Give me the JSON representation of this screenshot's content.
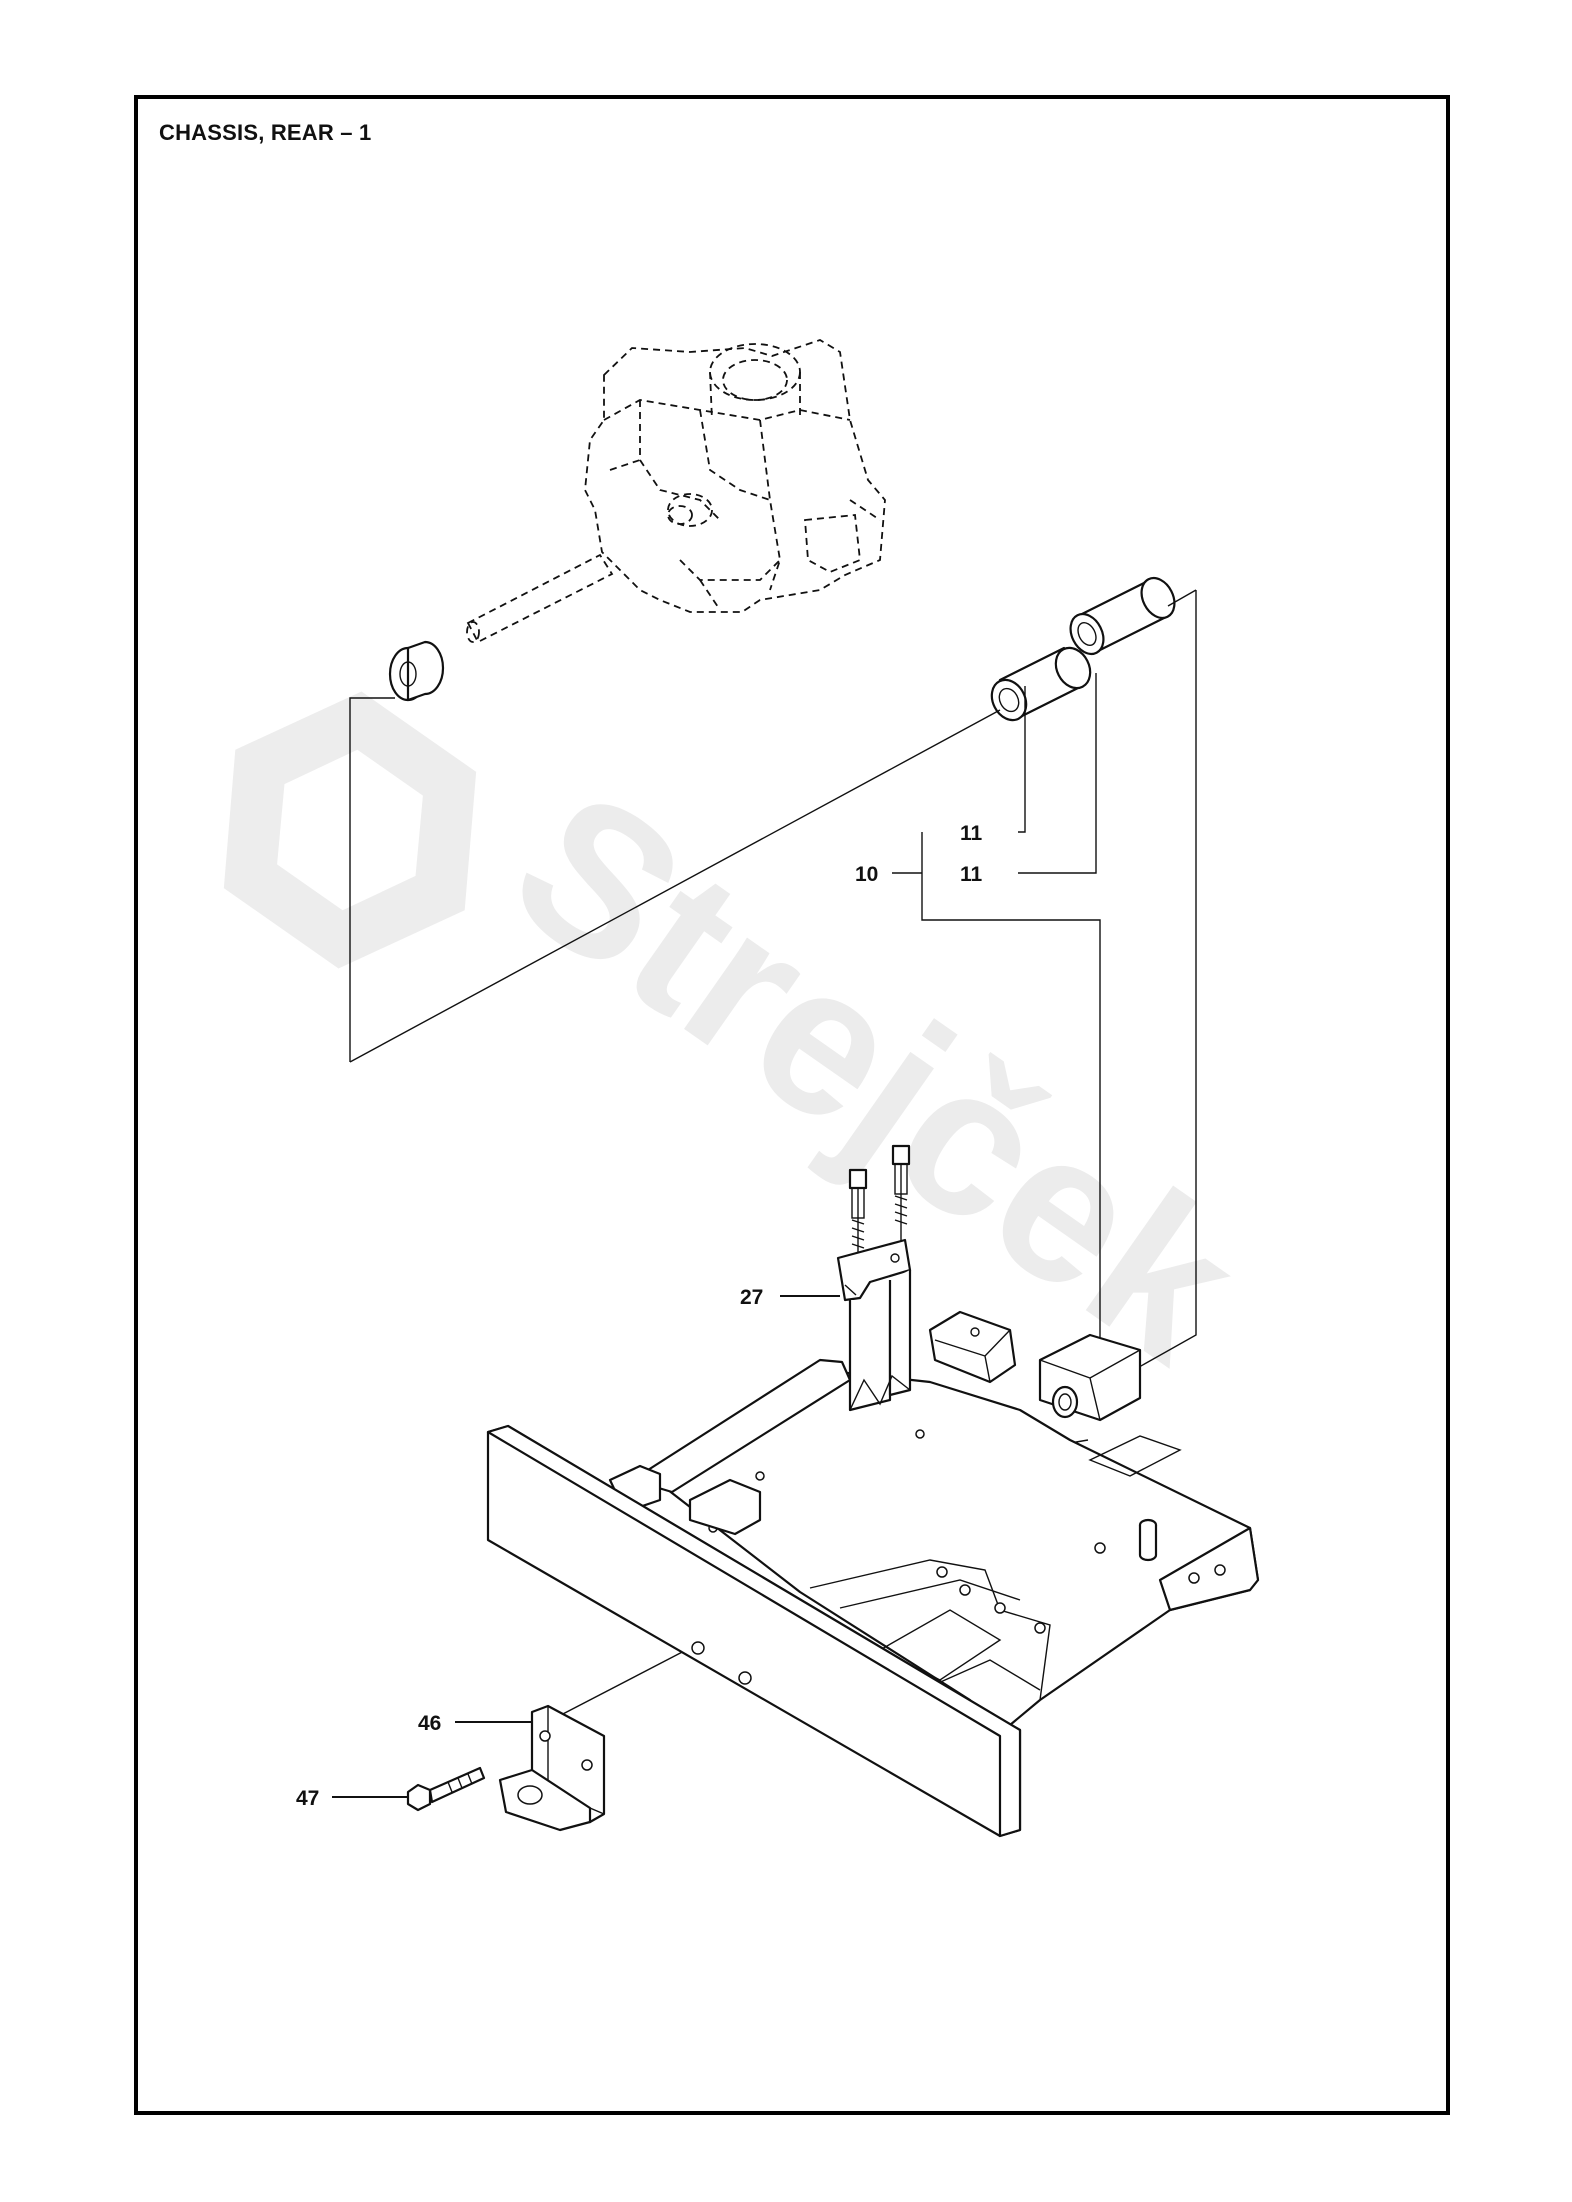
{
  "title": "CHASSIS, REAR – 1",
  "watermark": {
    "brand": "Strejček",
    "icon": "strejcek-logo-icon"
  },
  "callouts": [
    {
      "id": "callout-11-top",
      "text": "11"
    },
    {
      "id": "callout-11-bottom",
      "text": "11"
    },
    {
      "id": "callout-10",
      "text": "10"
    },
    {
      "id": "callout-27",
      "text": "27"
    },
    {
      "id": "callout-46",
      "text": "46"
    },
    {
      "id": "callout-47",
      "text": "47"
    }
  ],
  "colors": {
    "line": "#111111",
    "watermark": "#ececec",
    "background": "#ffffff"
  }
}
